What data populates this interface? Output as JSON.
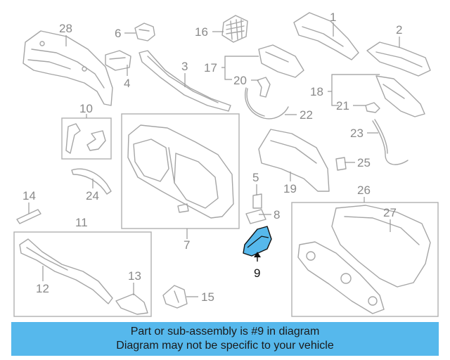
{
  "callouts": [
    {
      "id": "c1",
      "num": "1"
    },
    {
      "id": "c2",
      "num": "2"
    },
    {
      "id": "c3",
      "num": "3"
    },
    {
      "id": "c4",
      "num": "4"
    },
    {
      "id": "c5",
      "num": "5"
    },
    {
      "id": "c6",
      "num": "6"
    },
    {
      "id": "c7",
      "num": "7"
    },
    {
      "id": "c8",
      "num": "8"
    },
    {
      "id": "c9",
      "num": "9"
    },
    {
      "id": "c10",
      "num": "10"
    },
    {
      "id": "c11",
      "num": "11"
    },
    {
      "id": "c12",
      "num": "12"
    },
    {
      "id": "c13",
      "num": "13"
    },
    {
      "id": "c14",
      "num": "14"
    },
    {
      "id": "c15",
      "num": "15"
    },
    {
      "id": "c16",
      "num": "16"
    },
    {
      "id": "c17",
      "num": "17"
    },
    {
      "id": "c18",
      "num": "18"
    },
    {
      "id": "c19",
      "num": "19"
    },
    {
      "id": "c20",
      "num": "20"
    },
    {
      "id": "c21",
      "num": "21"
    },
    {
      "id": "c22",
      "num": "22"
    },
    {
      "id": "c23",
      "num": "23"
    },
    {
      "id": "c24",
      "num": "24"
    },
    {
      "id": "c25",
      "num": "25"
    },
    {
      "id": "c26",
      "num": "26"
    },
    {
      "id": "c27",
      "num": "27"
    },
    {
      "id": "c28",
      "num": "28"
    }
  ],
  "highlight": {
    "part": "9",
    "color": "#56b8ec"
  },
  "banner": {
    "line1": "Part or sub-assembly is #9 in diagram",
    "line2": "Diagram may not be specific to your vehicle",
    "color": "#56b8ec"
  }
}
